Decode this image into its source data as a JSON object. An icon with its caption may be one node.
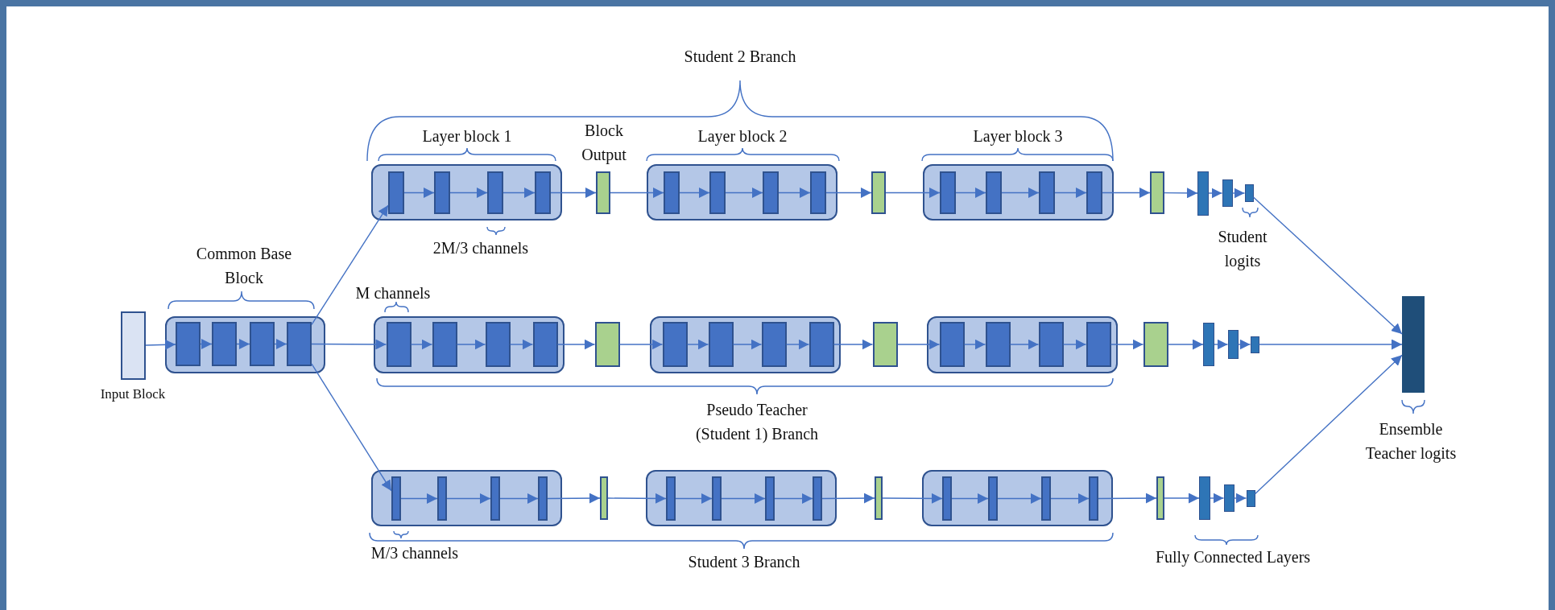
{
  "diagram": {
    "nodes": [
      {
        "text": [],
        "shape": "box",
        "beside": [
          "Input Block"
        ]
      },
      {
        "text": [],
        "shape": "box",
        "beside": [
          "Common Base Block"
        ]
      },
      {
        "text": [],
        "shape": "box",
        "in": 1
      },
      {
        "text": [],
        "shape": "box",
        "in": 1
      },
      {
        "text": [],
        "shape": "box",
        "in": 1
      },
      {
        "text": [],
        "shape": "box",
        "in": 1
      },
      {
        "text": [],
        "shape": "box",
        "beside": [
          "Layer block 1"
        ]
      },
      {
        "text": [],
        "shape": "box",
        "in": 6
      },
      {
        "text": [],
        "shape": "box",
        "in": 6
      },
      {
        "text": [],
        "shape": "box",
        "in": 6,
        "beside": [
          "2M/3 channels"
        ]
      },
      {
        "text": [],
        "shape": "box",
        "in": 6
      },
      {
        "text": [],
        "shape": "box",
        "beside": [
          "Block Output"
        ]
      },
      {
        "text": [],
        "shape": "box",
        "beside": [
          "Layer block 2"
        ]
      },
      {
        "text": [],
        "shape": "box",
        "in": 12
      },
      {
        "text": [],
        "shape": "box",
        "in": 12
      },
      {
        "text": [],
        "shape": "box",
        "in": 12
      },
      {
        "text": [],
        "shape": "box",
        "in": 12
      },
      {
        "text": [],
        "shape": "box"
      },
      {
        "text": [],
        "shape": "box",
        "beside": [
          "Layer block 3"
        ]
      },
      {
        "text": [],
        "shape": "box",
        "in": 18
      },
      {
        "text": [],
        "shape": "box",
        "in": 18
      },
      {
        "text": [],
        "shape": "box",
        "in": 18
      },
      {
        "text": [],
        "shape": "box",
        "in": 18
      },
      {
        "text": [],
        "shape": "box"
      },
      {
        "text": [],
        "shape": "box"
      },
      {
        "text": [],
        "shape": "box"
      },
      {
        "text": [],
        "shape": "box",
        "beside": [
          "Student logits"
        ]
      },
      {
        "text": [],
        "shape": "box"
      },
      {
        "text": [],
        "shape": "box",
        "in": 27,
        "beside": [
          "M channels"
        ]
      },
      {
        "text": [],
        "shape": "box",
        "in": 27
      },
      {
        "text": [],
        "shape": "box",
        "in": 27
      },
      {
        "text": [],
        "shape": "box",
        "in": 27
      },
      {
        "text": [],
        "shape": "box"
      },
      {
        "text": [],
        "shape": "box"
      },
      {
        "text": [],
        "shape": "box",
        "in": 33
      },
      {
        "text": [],
        "shape": "box",
        "in": 33
      },
      {
        "text": [],
        "shape": "box",
        "in": 33
      },
      {
        "text": [],
        "shape": "box",
        "in": 33
      },
      {
        "text": [],
        "shape": "box"
      },
      {
        "text": [],
        "shape": "box"
      },
      {
        "text": [],
        "shape": "box",
        "in": 39
      },
      {
        "text": [],
        "shape": "box",
        "in": 39
      },
      {
        "text": [],
        "shape": "box",
        "in": 39
      },
      {
        "text": [],
        "shape": "box",
        "in": 39
      },
      {
        "text": [],
        "shape": "box"
      },
      {
        "text": [],
        "shape": "box"
      },
      {
        "text": [],
        "shape": "box"
      },
      {
        "text": [],
        "shape": "box"
      },
      {
        "text": [],
        "shape": "box"
      },
      {
        "text": [],
        "shape": "box",
        "in": 48,
        "beside": [
          "M/3 channels"
        ]
      },
      {
        "text": [],
        "shape": "box",
        "in": 48
      },
      {
        "text": [],
        "shape": "box",
        "in": 48
      },
      {
        "text": [],
        "shape": "box",
        "in": 48
      },
      {
        "text": [],
        "shape": "box"
      },
      {
        "text": [],
        "shape": "box"
      },
      {
        "text": [],
        "shape": "box",
        "in": 54
      },
      {
        "text": [],
        "shape": "box",
        "in": 54
      },
      {
        "text": [],
        "shape": "box",
        "in": 54
      },
      {
        "text": [],
        "shape": "box",
        "in": 54
      },
      {
        "text": [],
        "shape": "box"
      },
      {
        "text": [],
        "shape": "box"
      },
      {
        "text": [],
        "shape": "box",
        "in": 60
      },
      {
        "text": [],
        "shape": "box",
        "in": 60
      },
      {
        "text": [],
        "shape": "box",
        "in": 60
      },
      {
        "text": [],
        "shape": "box",
        "in": 60
      },
      {
        "text": [],
        "shape": "box"
      },
      {
        "text": [],
        "shape": "box"
      },
      {
        "text": [],
        "shape": "box"
      },
      {
        "text": [],
        "shape": "box"
      },
      {
        "text": [],
        "shape": "bar",
        "beside": [
          "Ensemble Teacher logits"
        ]
      }
    ],
    "edges": [
      {
        "from": 0,
        "to": 2,
        "arrow": "to"
      },
      {
        "from": 2,
        "to": 3,
        "arrow": "to"
      },
      {
        "from": 3,
        "to": 4,
        "arrow": "to"
      },
      {
        "from": 4,
        "to": 5,
        "arrow": "to"
      },
      {
        "from": 5,
        "to": 7,
        "arrow": "to"
      },
      {
        "from": 5,
        "to": 28,
        "arrow": "to"
      },
      {
        "from": 5,
        "to": 49,
        "arrow": "to"
      },
      {
        "from": 7,
        "to": 8,
        "arrow": "to"
      },
      {
        "from": 8,
        "to": 9,
        "arrow": "to"
      },
      {
        "from": 9,
        "to": 10,
        "arrow": "to"
      },
      {
        "from": 10,
        "to": 11,
        "arrow": "to"
      },
      {
        "from": 11,
        "to": 13,
        "arrow": "to"
      },
      {
        "from": 13,
        "to": 14,
        "arrow": "to"
      },
      {
        "from": 14,
        "to": 15,
        "arrow": "to"
      },
      {
        "from": 15,
        "to": 16,
        "arrow": "to"
      },
      {
        "from": 16,
        "to": 17,
        "arrow": "to"
      },
      {
        "from": 17,
        "to": 19,
        "arrow": "to"
      },
      {
        "from": 19,
        "to": 20,
        "arrow": "to"
      },
      {
        "from": 20,
        "to": 21,
        "arrow": "to"
      },
      {
        "from": 21,
        "to": 22,
        "arrow": "to"
      },
      {
        "from": 22,
        "to": 23,
        "arrow": "to"
      },
      {
        "from": 23,
        "to": 24,
        "arrow": "to"
      },
      {
        "from": 24,
        "to": 25,
        "arrow": "to"
      },
      {
        "from": 25,
        "to": 26,
        "arrow": "to"
      },
      {
        "from": 26,
        "to": 69,
        "arrow": "to"
      },
      {
        "from": 28,
        "to": 29,
        "arrow": "to"
      },
      {
        "from": 29,
        "to": 30,
        "arrow": "to"
      },
      {
        "from": 30,
        "to": 31,
        "arrow": "to"
      },
      {
        "from": 31,
        "to": 32,
        "arrow": "to"
      },
      {
        "from": 32,
        "to": 34,
        "arrow": "to"
      },
      {
        "from": 34,
        "to": 35,
        "arrow": "to"
      },
      {
        "from": 35,
        "to": 36,
        "arrow": "to"
      },
      {
        "from": 36,
        "to": 37,
        "arrow": "to"
      },
      {
        "from": 37,
        "to": 38,
        "arrow": "to"
      },
      {
        "from": 38,
        "to": 40,
        "arrow": "to"
      },
      {
        "from": 40,
        "to": 41,
        "arrow": "to"
      },
      {
        "from": 41,
        "to": 42,
        "arrow": "to"
      },
      {
        "from": 42,
        "to": 43,
        "arrow": "to"
      },
      {
        "from": 43,
        "to": 44,
        "arrow": "to"
      },
      {
        "from": 44,
        "to": 45,
        "arrow": "to"
      },
      {
        "from": 45,
        "to": 46,
        "arrow": "to"
      },
      {
        "from": 46,
        "to": 47,
        "arrow": "to"
      },
      {
        "from": 47,
        "to": 69,
        "arrow": "to"
      },
      {
        "from": 49,
        "to": 50,
        "arrow": "to"
      },
      {
        "from": 50,
        "to": 51,
        "arrow": "to"
      },
      {
        "from": 51,
        "to": 52,
        "arrow": "to"
      },
      {
        "from": 52,
        "to": 53,
        "arrow": "to"
      },
      {
        "from": 53,
        "to": 55,
        "arrow": "to"
      },
      {
        "from": 55,
        "to": 56,
        "arrow": "to"
      },
      {
        "from": 56,
        "to": 57,
        "arrow": "to"
      },
      {
        "from": 57,
        "to": 58,
        "arrow": "to"
      },
      {
        "from": 58,
        "to": 59,
        "arrow": "to"
      },
      {
        "from": 59,
        "to": 61,
        "arrow": "to"
      },
      {
        "from": 61,
        "to": 62,
        "arrow": "to"
      },
      {
        "from": 62,
        "to": 63,
        "arrow": "to"
      },
      {
        "from": 63,
        "to": 64,
        "arrow": "to"
      },
      {
        "from": 64,
        "to": 65,
        "arrow": "to"
      },
      {
        "from": 65,
        "to": 66,
        "arrow": "to"
      },
      {
        "from": 66,
        "to": 67,
        "arrow": "to"
      },
      {
        "from": 67,
        "to": 68,
        "arrow": "to"
      },
      {
        "from": 68,
        "to": 69,
        "arrow": "to"
      }
    ],
    "labels": [
      "Student 2 Branch",
      "Pseudo Teacher (Student 1) Branch",
      "Student 3 Branch",
      "Fully Connected Layers"
    ]
  }
}
